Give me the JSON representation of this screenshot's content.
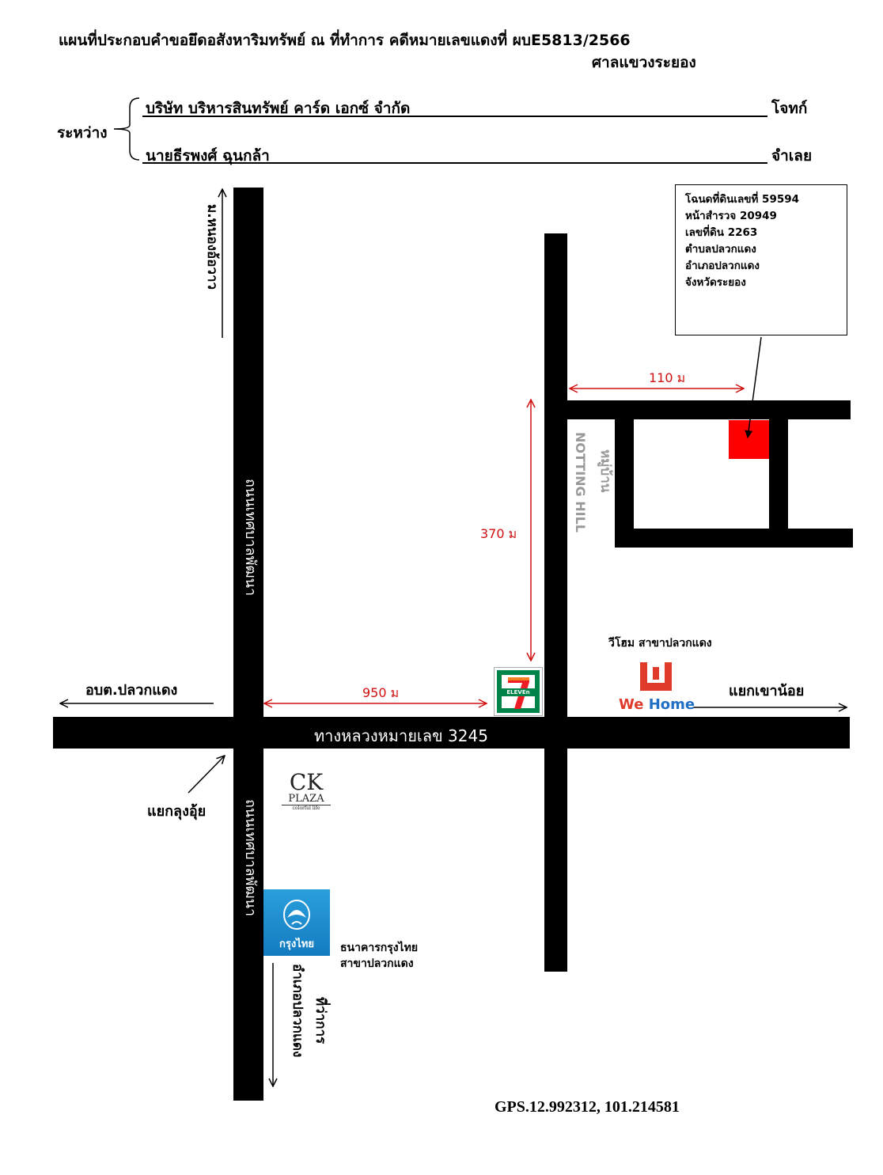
{
  "header": {
    "title_line1": "แผนที่ประกอบคำขอยึดอสังหาริมทรัพย์ ณ ที่ทำการ คดีหมายเลขแดงที่ ผบE5813/2566",
    "title_line2": "ศาลแขวงระยอง"
  },
  "parties": {
    "between_label": "ระหว่าง",
    "plaintiff_name": "บริษัท บริหารสินทรัพย์ คาร์ด เอกซ์ จำกัด",
    "plaintiff_role": "โจทก์",
    "defendant_name": "นายธีรพงศ์ ฉุนกล้า",
    "defendant_role": "จำเลย"
  },
  "info_box": {
    "lines": [
      "โฉนดที่ดินเลขที่ 59594",
      "หน้าสำรวจ 20949",
      "เลขที่ดิน 2263",
      "ตำบลปลวกแดง",
      "อำเภอปลวกแดง",
      "จังหวัดระยอง"
    ]
  },
  "roads": {
    "highway_label": "ทางหลวงหมายเลข 3245",
    "left_road_upper_label": "ถนนเทศบาลพัฒนา",
    "left_road_lower_label": "ถนนเทศบาลพัฒนา",
    "village_label": "หมู่บ้าน",
    "village_name": "NOTTING HILL"
  },
  "distances": {
    "d110": "110 ม",
    "d370": "370 ม",
    "d950": "950 ม"
  },
  "directions": {
    "north_left": "ม.หนองอ้อวาว",
    "west": "อบต.ปลวกแดง",
    "east": "แยกเขาน้อย",
    "southwest": "แยกลุงอุ้ย",
    "south_line1": "ที่ว่าการ",
    "south_line2": "อำเภอปลวกแดง"
  },
  "landmarks": {
    "wehome_caption": "วีโฮม สาขาปลวกแดง",
    "wehome_logo_we": "We",
    "wehome_logo_home": "Home",
    "seven_eleven_text": "ELEVEn",
    "ck_plaza_top": "CK",
    "ck_plaza_mid": "PLAZA",
    "ck_plaza_tag": "colorful life",
    "ktb_logo_text": "กรุงไทย",
    "ktb_caption_line1": "ธนาคารกรุงไทย",
    "ktb_caption_line2": "สาขาปลวกแดง"
  },
  "gps": "GPS.12.992312, 101.214581",
  "colors": {
    "road": "#000000",
    "distance_marker": "#d01010",
    "target_parcel": "#ff0000",
    "seven_green": "#00844a",
    "seven_orange": "#f58220",
    "wehome_red": "#e03a2a",
    "wehome_blue": "#1f6fc4",
    "ktb_blue": "#1aa3e1"
  }
}
